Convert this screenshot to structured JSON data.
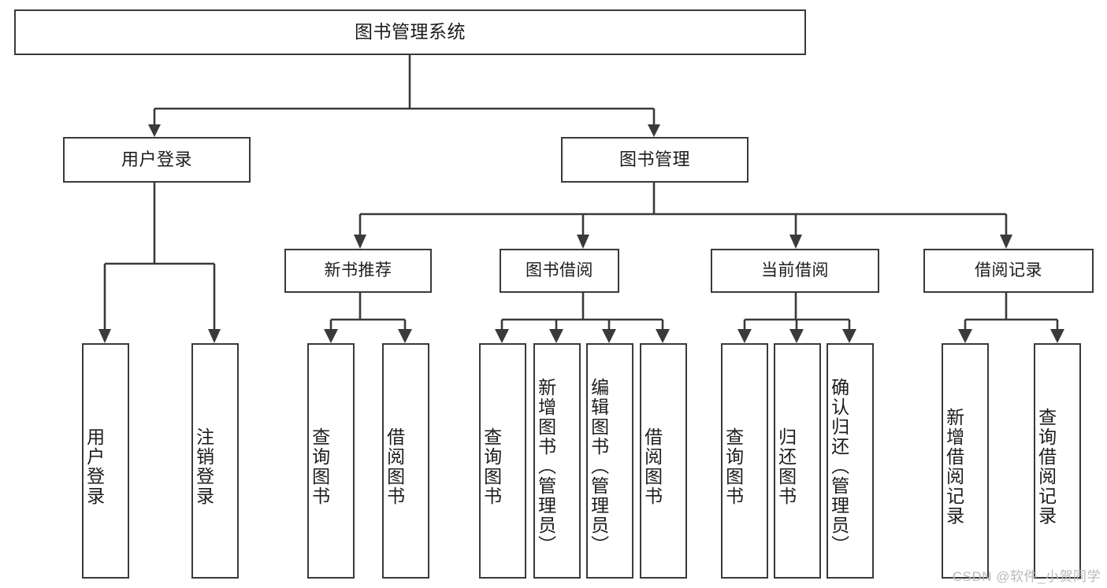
{
  "diagram": {
    "type": "tree",
    "title": "图书管理系统",
    "watermark": "CSDN @软件_小贺同学",
    "colors": {
      "stroke": "#3a3a3a",
      "text": "#1c1c1c",
      "background": "#ffffff",
      "watermark": "#b9b9b9"
    },
    "nodes": {
      "root": {
        "label": "图书管理系统"
      },
      "level1": [
        {
          "label": "用户登录"
        },
        {
          "label": "图书管理"
        }
      ],
      "level2": [
        {
          "label": "新书推荐"
        },
        {
          "label": "图书借阅"
        },
        {
          "label": "当前借阅"
        },
        {
          "label": "借阅记录"
        }
      ],
      "leaves": {
        "user_login": [
          {
            "label": "用户登录"
          },
          {
            "label": "注销登录"
          }
        ],
        "new_book_recommend": [
          {
            "label": "查询图书"
          },
          {
            "label": "借阅图书"
          }
        ],
        "book_borrow": [
          {
            "label": "查询图书"
          },
          {
            "label": "新增图书（管理员）"
          },
          {
            "label": "编辑图书（管理员）"
          },
          {
            "label": "借阅图书"
          }
        ],
        "current_borrow": [
          {
            "label": "查询图书"
          },
          {
            "label": "归还图书"
          },
          {
            "label": "确认归还（管理员）"
          }
        ],
        "borrow_records": [
          {
            "label": "新增借阅记录"
          },
          {
            "label": "查询借阅记录"
          }
        ]
      }
    }
  }
}
